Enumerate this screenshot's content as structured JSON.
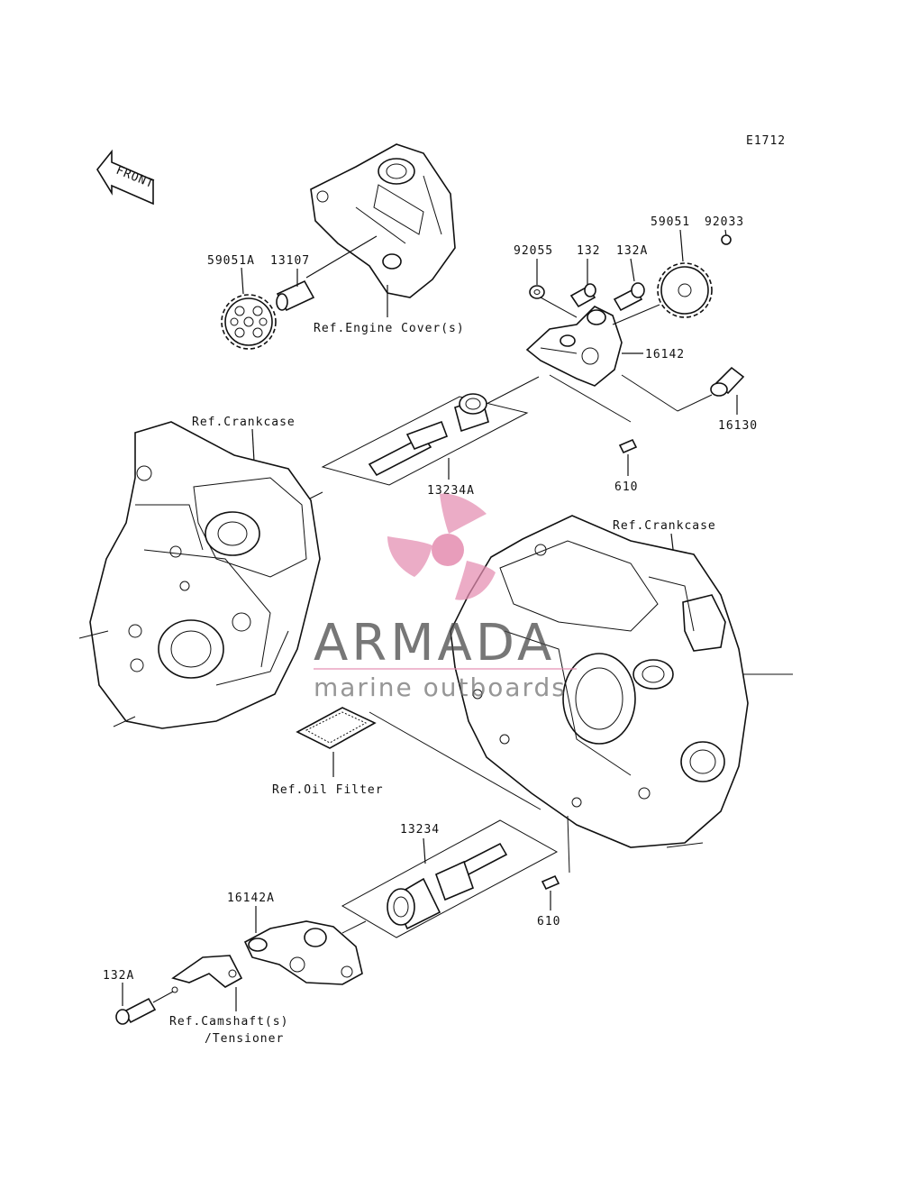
{
  "diagram": {
    "code": "E1712",
    "front_label": "FRONT",
    "labels": {
      "p59051A": "59051A",
      "p13107": "13107",
      "ref_engine_cover": "Ref.Engine Cover(s)",
      "p92055": "92055",
      "p132": "132",
      "p132A_top": "132A",
      "p59051": "59051",
      "p92033": "92033",
      "p16142": "16142",
      "p16130": "16130",
      "ref_crankcase_left": "Ref.Crankcase",
      "p13234A": "13234A",
      "p610_top": "610",
      "ref_crankcase_right": "Ref.Crankcase",
      "ref_oil_filter": "Ref.Oil Filter",
      "p13234": "13234",
      "p610_bottom": "610",
      "p16142A": "16142A",
      "p132A_bottom": "132A",
      "ref_camshaft": "Ref.Camshaft(s)",
      "tensioner": "/Tensioner"
    }
  },
  "watermark": {
    "brand": "ARMADA",
    "tagline": "marine outboards",
    "logo_color": "#e48cb0"
  }
}
